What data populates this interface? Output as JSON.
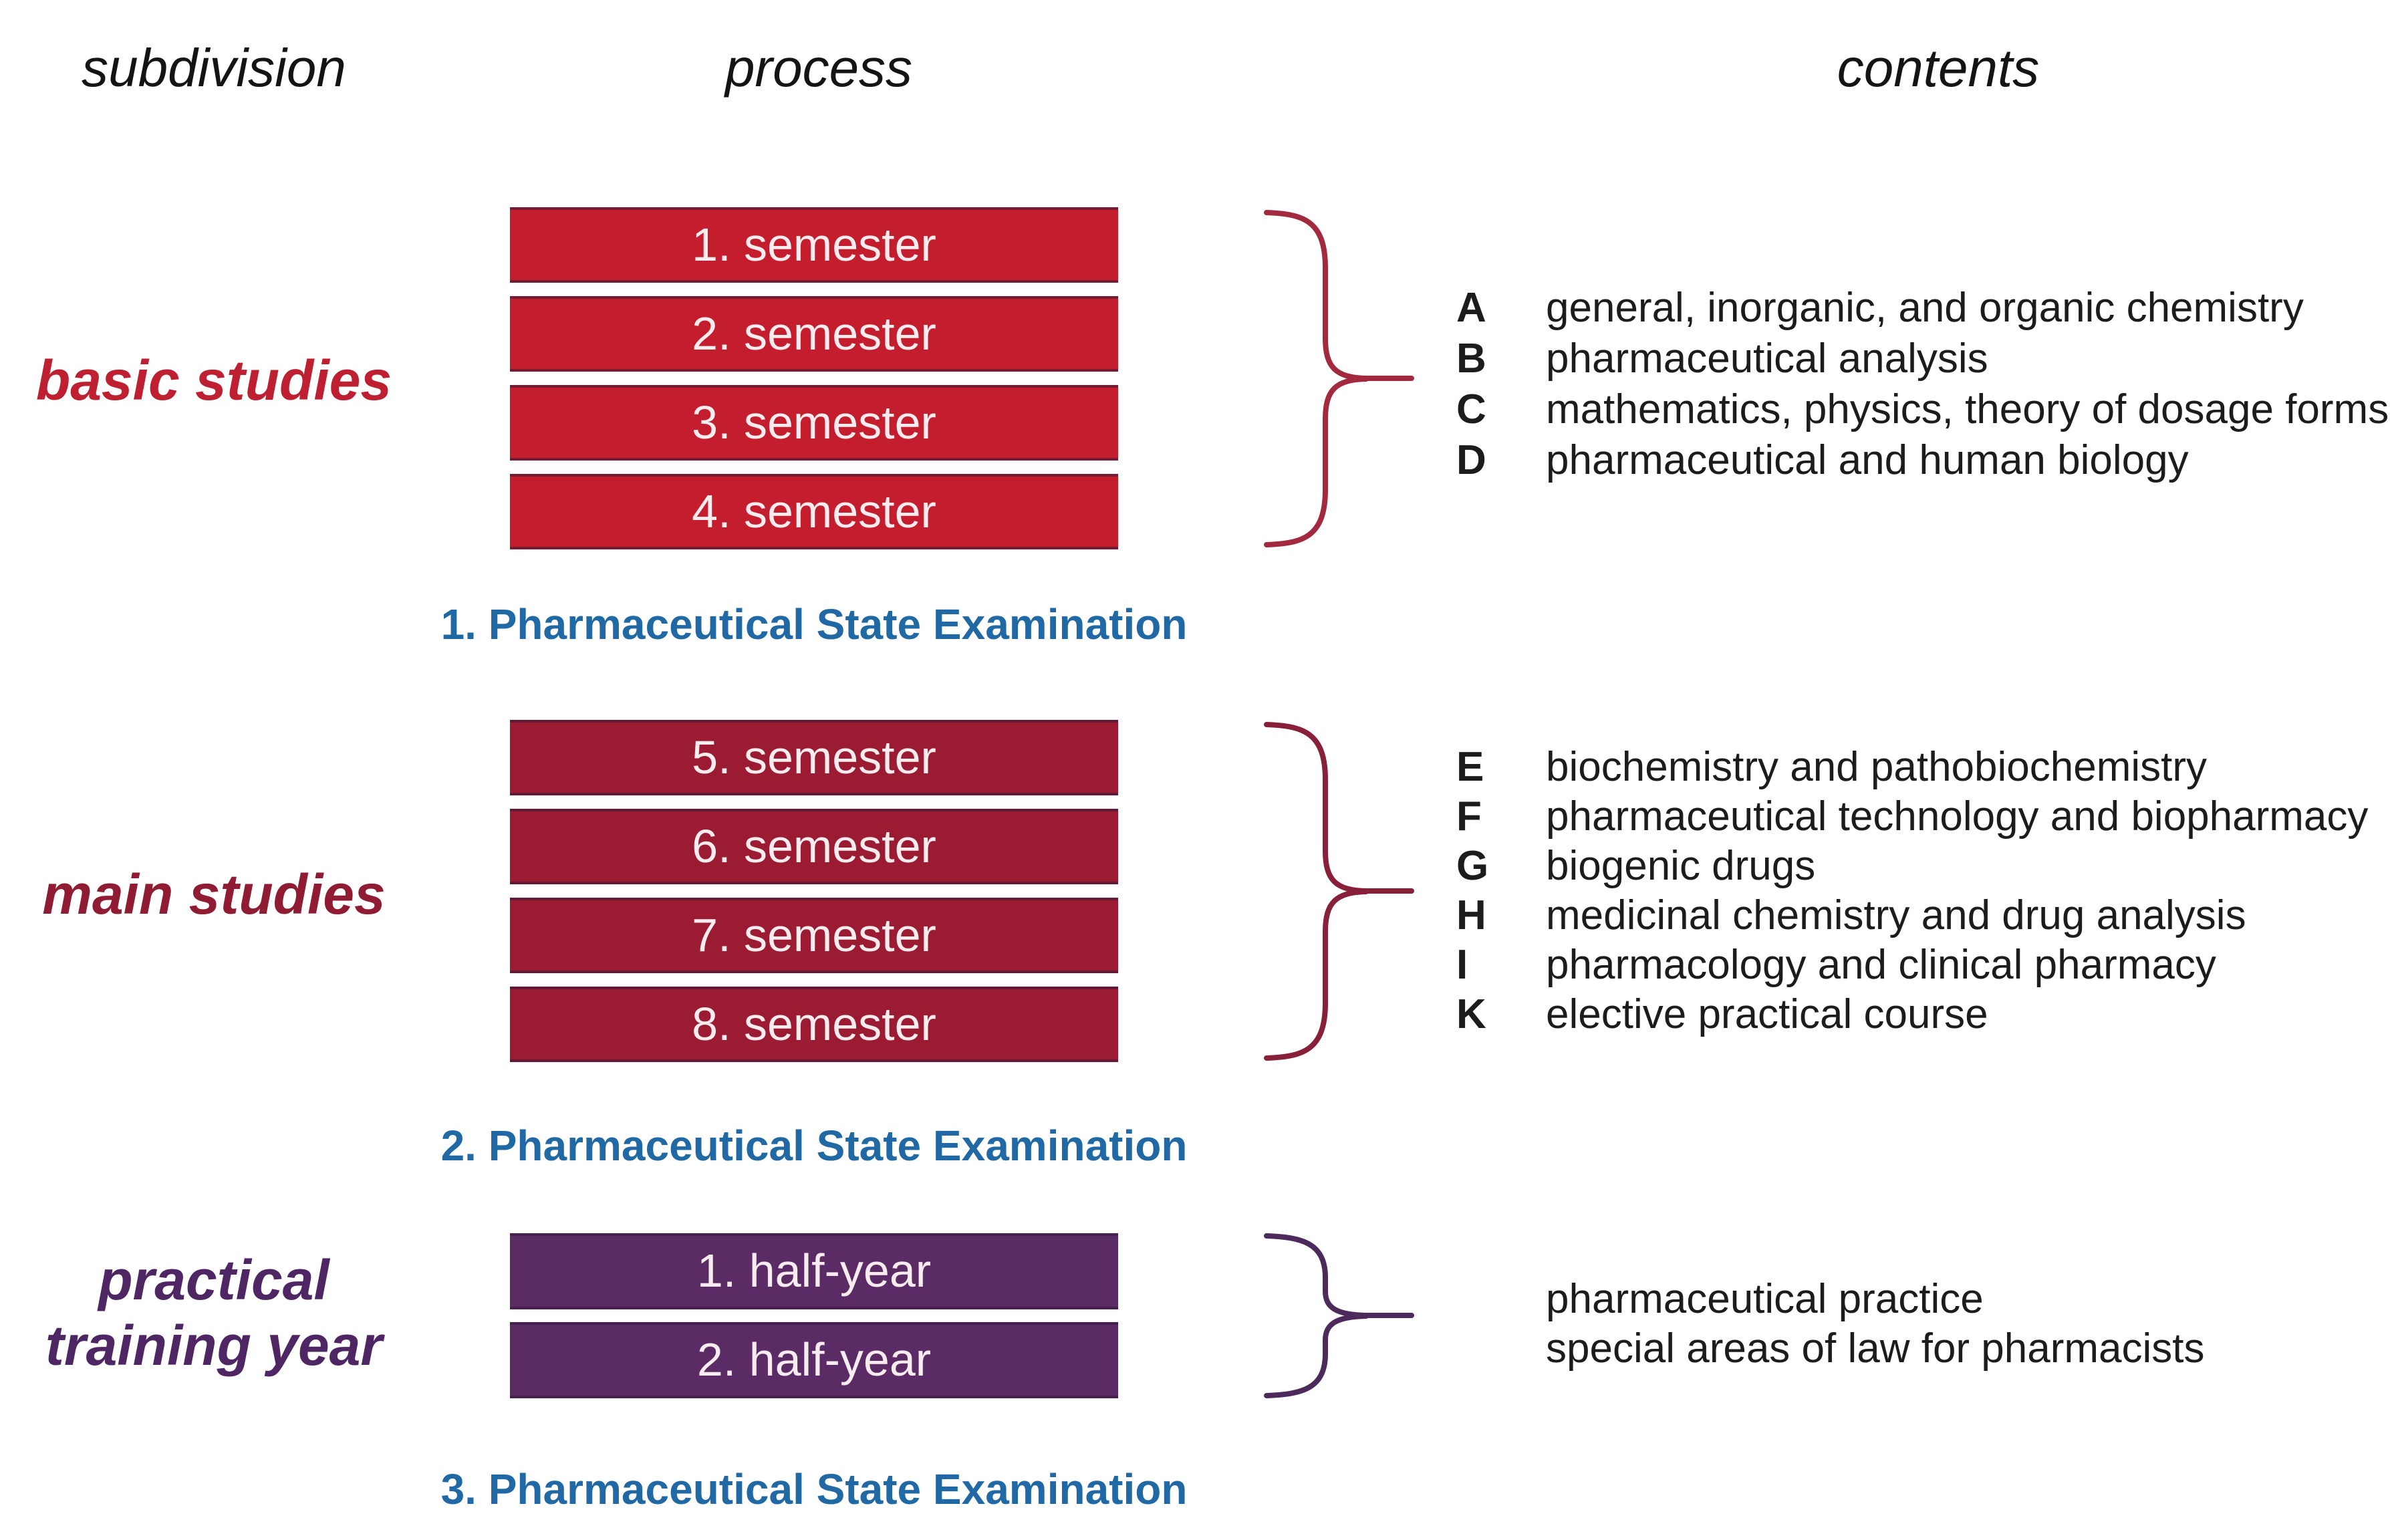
{
  "page": {
    "background": "#ffffff",
    "text_color": "#1c1c1c",
    "exam_color": "#2169a4",
    "bar_text_color": "#f8ecef"
  },
  "headers": {
    "subdivision": "subdivision",
    "process": "process",
    "contents": "contents"
  },
  "sections": [
    {
      "id": "basic-studies",
      "label": "basic studies",
      "label_color": "#be2032",
      "bar_color": "#c41e2e",
      "brace_color": "#a32a3e",
      "bars": [
        "1. semester",
        "2. semester",
        "3. semester",
        "4. semester"
      ],
      "exam": "1. Pharmaceutical State Examination",
      "contents": [
        {
          "key": "A",
          "text": "general, inorganic, and organic chemistry"
        },
        {
          "key": "B",
          "text": "pharmaceutical analysis"
        },
        {
          "key": "C",
          "text": "mathematics, physics, theory of dosage forms"
        },
        {
          "key": "D",
          "text": "pharmaceutical and human biology"
        }
      ]
    },
    {
      "id": "main-studies",
      "label": "main studies",
      "label_color": "#8f1c33",
      "bar_color": "#9b1b33",
      "brace_color": "#88203a",
      "bars": [
        "5. semester",
        "6. semester",
        "7. semester",
        "8. semester"
      ],
      "exam": "2. Pharmaceutical State Examination",
      "contents": [
        {
          "key": "E",
          "text": "biochemistry and pathobiochemistry"
        },
        {
          "key": "F",
          "text": "pharmaceutical technology and biopharmacy"
        },
        {
          "key": "G",
          "text": "biogenic drugs"
        },
        {
          "key": "H",
          "text": "medicinal chemistry and drug analysis"
        },
        {
          "key": "I",
          "text": "pharmacology and clinical pharmacy"
        },
        {
          "key": "K",
          "text": "elective practical course"
        }
      ]
    },
    {
      "id": "practical-training-year",
      "label_lines": [
        "practical",
        "training year"
      ],
      "label_color": "#4e2663",
      "bar_color": "#5b2b66",
      "brace_color": "#4c2a5c",
      "bars": [
        "1. half-year",
        "2. half-year"
      ],
      "exam": "3. Pharmaceutical State Examination",
      "contents": [
        {
          "text": "pharmaceutical practice"
        },
        {
          "text": "special areas of law for pharmacists"
        }
      ]
    }
  ]
}
